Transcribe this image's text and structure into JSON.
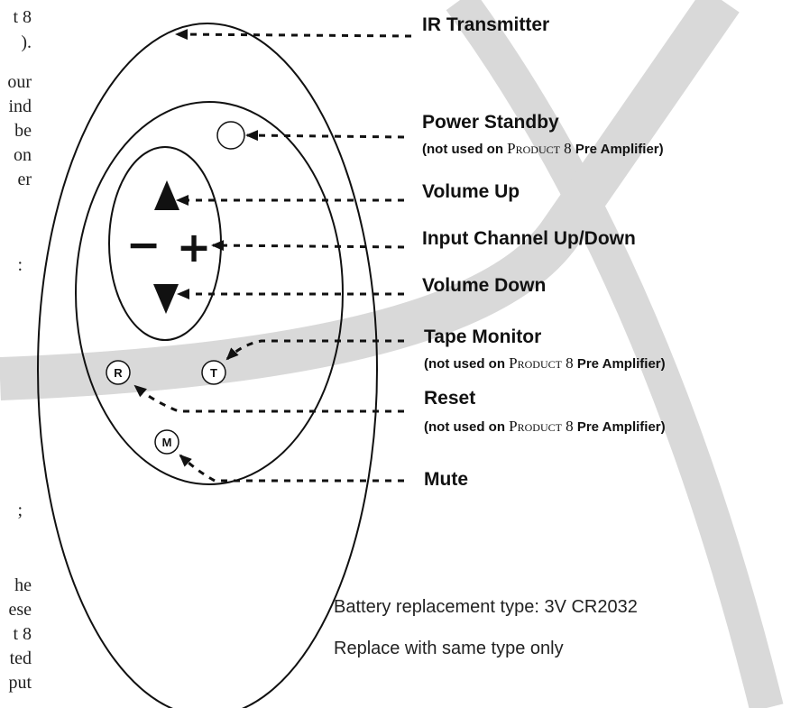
{
  "labels": {
    "ir_transmitter": "IR Transmitter",
    "power_standby": "Power Standby",
    "volume_up": "Volume Up",
    "input_channel": "Input Channel Up/Down",
    "volume_down": "Volume Down",
    "tape_monitor": "Tape Monitor",
    "reset": "Reset",
    "mute": "Mute"
  },
  "note": {
    "prefix": "(not used on",
    "product": "Product",
    "number": "8",
    "suffix": "Pre Amplifier)"
  },
  "buttons": {
    "minus": "−",
    "plus": "+",
    "reset": "R",
    "tape": "T",
    "mute": "M"
  },
  "battery": {
    "type_line": "Battery replacement type: 3V CR2032",
    "replace_line": "Replace with same type only"
  },
  "left_text_fragments": [
    "t 8",
    ").",
    "our",
    "ind",
    "be",
    "on",
    "er",
    ":",
    ";",
    "he",
    "ese",
    "t 8",
    "ted",
    "put"
  ],
  "colors": {
    "watermark": "#d9d9d9",
    "ink": "#111111"
  }
}
